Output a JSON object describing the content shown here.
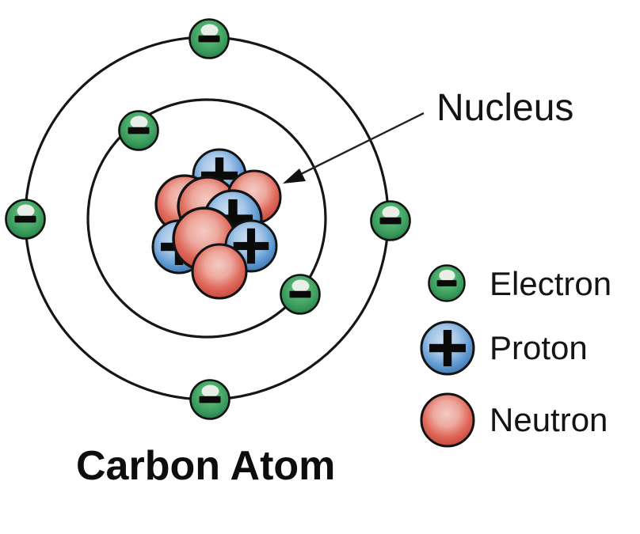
{
  "diagram": {
    "title": "Carbon Atom",
    "annotation": {
      "label": "Nucleus"
    },
    "atom": {
      "element": "Carbon",
      "electron_count": 6,
      "electrons_per_shell": [
        2,
        4
      ],
      "nucleus": {
        "proton_spheres_visible": 4,
        "neutron_spheres_visible": 5
      }
    },
    "legend": {
      "items": [
        {
          "id": "electron",
          "label": "Electron",
          "charge_symbol": "−",
          "color": "#46a966"
        },
        {
          "id": "proton",
          "label": "Proton",
          "charge_symbol": "+",
          "color": "#5f9ad2"
        },
        {
          "id": "neutron",
          "label": "Neutron",
          "charge_symbol": "",
          "color": "#d84b40"
        }
      ]
    },
    "colors": {
      "background": "#ffffff",
      "orbit_stroke": "#161616",
      "text": "#141414"
    }
  }
}
